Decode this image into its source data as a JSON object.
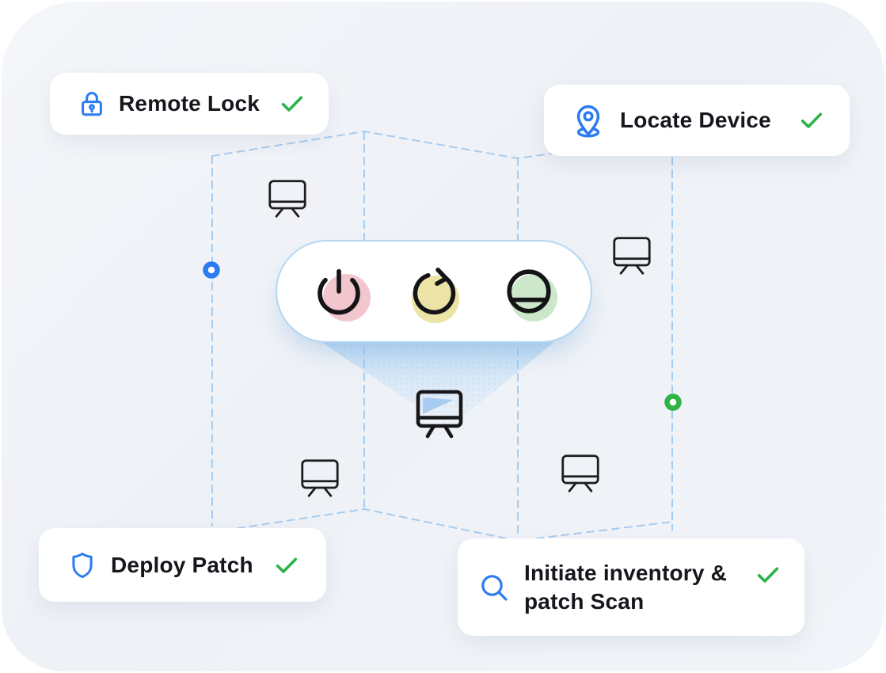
{
  "feature_cards": [
    {
      "id": "remote-lock",
      "label": "Remote Lock",
      "icon": "lock-icon",
      "status_icon": "check-icon"
    },
    {
      "id": "locate-device",
      "label": "Locate Device",
      "icon": "location-pin-icon",
      "status_icon": "check-icon"
    },
    {
      "id": "deploy-patch",
      "label": "Deploy Patch",
      "icon": "shield-icon",
      "status_icon": "check-icon"
    },
    {
      "id": "initiate-scan",
      "label": "Initiate inventory & patch Scan",
      "icon": "search-icon",
      "status_icon": "check-icon"
    }
  ],
  "action_pill": {
    "buttons": [
      {
        "id": "power",
        "icon": "power-icon",
        "accent_color": "#f2c6cd"
      },
      {
        "id": "restart",
        "icon": "restart-icon",
        "accent_color": "#ece3a6"
      },
      {
        "id": "shutdown",
        "icon": "shutdown-icon",
        "accent_color": "#cde7cb"
      }
    ]
  },
  "network": {
    "device_icon": "monitor-icon",
    "device_count": 5,
    "node_dots": [
      {
        "id": "node-blue",
        "color": "#2b7bf3"
      },
      {
        "id": "node-green",
        "color": "#2fb344"
      }
    ]
  },
  "colors": {
    "panel_bg": "#f0f3f8",
    "card_bg": "#ffffff",
    "accent_blue": "#2b7bf3",
    "check_green": "#2cb34a",
    "dashed_line": "#a6ccf0",
    "text": "#16161d",
    "pill_border": "#b3d7f2",
    "beam": "#bcdcf6"
  }
}
